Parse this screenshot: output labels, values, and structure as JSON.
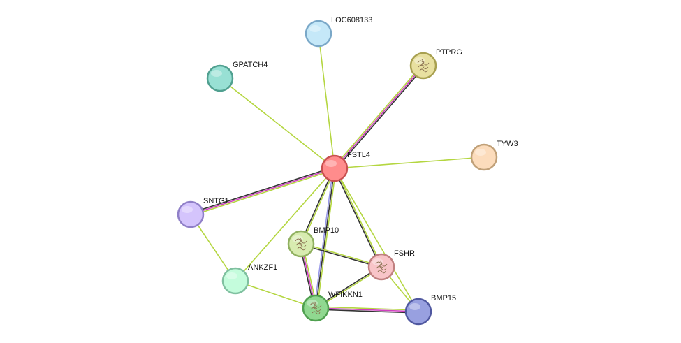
{
  "nodes": [
    {
      "id": "FSTL4",
      "label": "FSTL4",
      "color": "#ff8c8c",
      "stroke": "#c85050",
      "structure": false
    },
    {
      "id": "LOC608133",
      "label": "LOC608133",
      "color": "#c5e8f8",
      "stroke": "#7aa8c8",
      "structure": false
    },
    {
      "id": "PTPRG",
      "label": "PTPRG",
      "color": "#e8e0a0",
      "stroke": "#a8a050",
      "structure": true
    },
    {
      "id": "GPATCH4",
      "label": "GPATCH4",
      "color": "#98e0d4",
      "stroke": "#50a090",
      "structure": false
    },
    {
      "id": "TYW3",
      "label": "TYW3",
      "color": "#fcdcbc",
      "stroke": "#c0a078",
      "structure": false
    },
    {
      "id": "SNTG1",
      "label": "SNTG1",
      "color": "#d4c4fc",
      "stroke": "#9080c8",
      "structure": false
    },
    {
      "id": "BMP10",
      "label": "BMP10",
      "color": "#d8ecb0",
      "stroke": "#90b060",
      "structure": true
    },
    {
      "id": "FSHR",
      "label": "FSHR",
      "color": "#f8c4c8",
      "stroke": "#c08080",
      "structure": true
    },
    {
      "id": "ANKZF1",
      "label": "ANKZF1",
      "color": "#c4fcdc",
      "stroke": "#80c0a0",
      "structure": false
    },
    {
      "id": "WFIKKN1",
      "label": "WFIKKN1",
      "color": "#90d890",
      "stroke": "#50a050",
      "structure": true
    },
    {
      "id": "BMP15",
      "label": "BMP15",
      "color": "#98a0e0",
      "stroke": "#5058a0",
      "structure": false
    }
  ],
  "edges": [
    {
      "source": "FSTL4",
      "target": "LOC608133",
      "colors": [
        "#b4d640"
      ]
    },
    {
      "source": "FSTL4",
      "target": "PTPRG",
      "colors": [
        "#b4d640",
        "#d040c0",
        "#333333"
      ]
    },
    {
      "source": "FSTL4",
      "target": "GPATCH4",
      "colors": [
        "#b4d640"
      ]
    },
    {
      "source": "FSTL4",
      "target": "TYW3",
      "colors": [
        "#b4d640"
      ]
    },
    {
      "source": "FSTL4",
      "target": "SNTG1",
      "colors": [
        "#b4d640",
        "#d040c0",
        "#333333"
      ]
    },
    {
      "source": "FSTL4",
      "target": "BMP10",
      "colors": [
        "#b4d640",
        "#333333"
      ]
    },
    {
      "source": "FSTL4",
      "target": "FSHR",
      "colors": [
        "#b4d640",
        "#333333"
      ]
    },
    {
      "source": "FSTL4",
      "target": "ANKZF1",
      "colors": [
        "#b4d640"
      ]
    },
    {
      "source": "FSTL4",
      "target": "WFIKKN1",
      "colors": [
        "#b4d640",
        "#333333",
        "#9898e8"
      ]
    },
    {
      "source": "FSTL4",
      "target": "BMP15",
      "colors": [
        "#b4d640"
      ]
    },
    {
      "source": "SNTG1",
      "target": "ANKZF1",
      "colors": [
        "#b4d640"
      ]
    },
    {
      "source": "ANKZF1",
      "target": "WFIKKN1",
      "colors": [
        "#b4d640"
      ]
    },
    {
      "source": "BMP10",
      "target": "WFIKKN1",
      "colors": [
        "#b4d640",
        "#d040c0",
        "#333333"
      ]
    },
    {
      "source": "BMP10",
      "target": "FSHR",
      "colors": [
        "#b4d640",
        "#333333"
      ]
    },
    {
      "source": "FSHR",
      "target": "WFIKKN1",
      "colors": [
        "#b4d640",
        "#333333"
      ]
    },
    {
      "source": "FSHR",
      "target": "BMP15",
      "colors": [
        "#b4d640"
      ]
    },
    {
      "source": "WFIKKN1",
      "target": "BMP15",
      "colors": [
        "#b4d640",
        "#d040c0",
        "#333333"
      ]
    }
  ]
}
